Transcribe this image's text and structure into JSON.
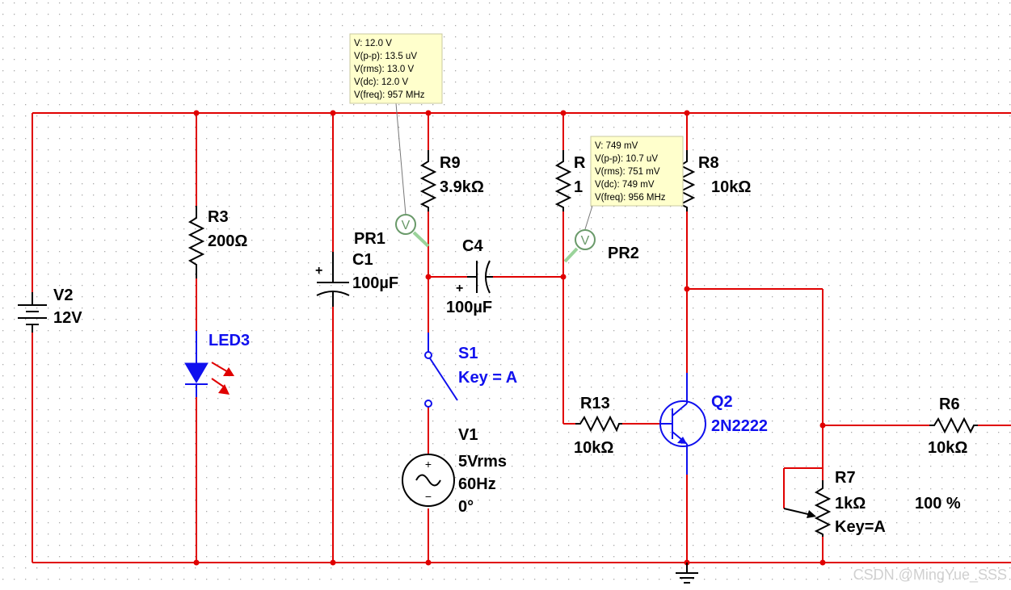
{
  "components": {
    "v2": {
      "name": "V2",
      "value": "12V"
    },
    "r3": {
      "name": "R3",
      "value": "200Ω"
    },
    "led3": {
      "name": "LED3"
    },
    "c1": {
      "name": "C1",
      "value": "100µF",
      "plus": "+"
    },
    "pr1": {
      "name": "PR1",
      "symbol": "V"
    },
    "r9": {
      "name": "R9",
      "value": "3.9kΩ"
    },
    "c4": {
      "name": "C4",
      "value": "100µF",
      "plus": "+"
    },
    "s1": {
      "name": "S1",
      "key": "Key = A"
    },
    "v1": {
      "name": "V1",
      "amplitude": "5Vrms",
      "frequency": "60Hz",
      "phase": "0°",
      "plus": "+",
      "minus": "−"
    },
    "r_partial": {
      "name": "R",
      "value": "1"
    },
    "pr2": {
      "name": "PR2",
      "symbol": "V"
    },
    "r8": {
      "name": "R8",
      "value": "10kΩ"
    },
    "r13": {
      "name": "R13",
      "value": "10kΩ"
    },
    "q2": {
      "name": "Q2",
      "model": "2N2222"
    },
    "r6": {
      "name": "R6",
      "value": "10kΩ"
    },
    "r7": {
      "name": "R7",
      "value": "1kΩ",
      "key": "Key=A",
      "setting": "100 %"
    }
  },
  "probe_readouts": {
    "pr1": [
      "V: 12.0 V",
      "V(p-p): 13.5 uV",
      "V(rms): 13.0 V",
      "V(dc): 12.0 V",
      "V(freq): 957 MHz"
    ],
    "pr2": [
      "V: 749 mV",
      "V(p-p): 10.7 uV",
      "V(rms): 751 mV",
      "V(dc): 749 mV",
      "V(freq): 956 MHz"
    ]
  },
  "watermark": "CSDN @MingYue_SSS",
  "colors": {
    "wire": "#e00000",
    "component": "#000000",
    "active_component": "#1010ee",
    "led_arrows": "#e00000",
    "probe": "#6a9a6a",
    "tooltip_bg": "#ffffcc",
    "grid_dot": "#a8a8a8"
  }
}
